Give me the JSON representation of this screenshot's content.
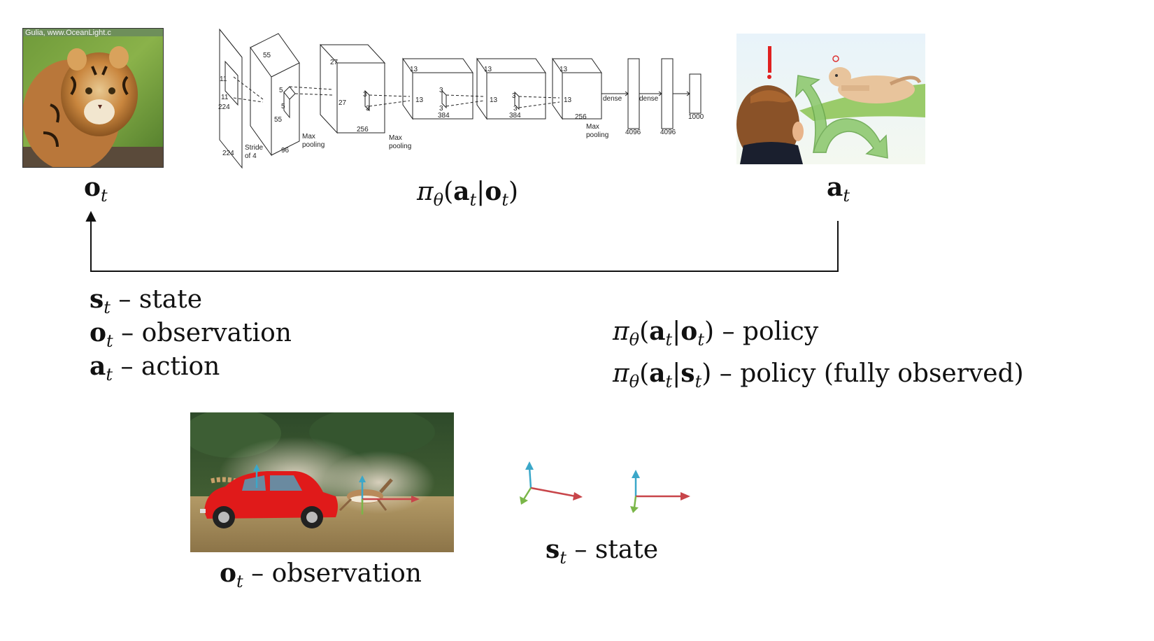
{
  "top": {
    "observation_symbol": "o",
    "action_symbol": "a",
    "subscript": "t",
    "tiger_caption_text": "Gulia, www.OceanLight.c",
    "policy_label": {
      "pi": "π",
      "theta": "θ",
      "a": "a",
      "t": "t",
      "bar": "|",
      "o": "o"
    },
    "cnn": {
      "input_labels": [
        "224",
        "224",
        "11",
        "11"
      ],
      "stride_label": "Stride\nof 4",
      "layer_dims": [
        "55",
        "55",
        "96",
        "5",
        "5",
        "27",
        "27",
        "256",
        "3",
        "3",
        "13",
        "13",
        "384",
        "3",
        "3",
        "13",
        "13",
        "384",
        "3",
        "3",
        "13",
        "13",
        "256"
      ],
      "pool_labels": [
        "Max\npooling",
        "Max\npooling",
        "Max\npooling"
      ],
      "dense_labels": [
        "dense",
        "dense"
      ],
      "fc_sizes": [
        "4096",
        "4096",
        "1000"
      ]
    }
  },
  "legend_left": [
    {
      "symbol": "s",
      "desc": "state"
    },
    {
      "symbol": "o",
      "desc": "observation"
    },
    {
      "symbol": "a",
      "desc": "action"
    }
  ],
  "legend_right": [
    {
      "given": "o",
      "desc": "policy"
    },
    {
      "given": "s",
      "desc": "policy (fully observed)"
    }
  ],
  "dash": "–",
  "bottom": {
    "observation_caption": {
      "symbol": "o",
      "desc": "observation"
    },
    "state_caption": {
      "symbol": "s",
      "desc": "state"
    }
  },
  "colors": {
    "axis_up": "#3ba7c9",
    "axis_right": "#c8454a",
    "axis_down": "#7ab648",
    "car": "#e01a1a",
    "arrow_green": "#8fc971"
  }
}
